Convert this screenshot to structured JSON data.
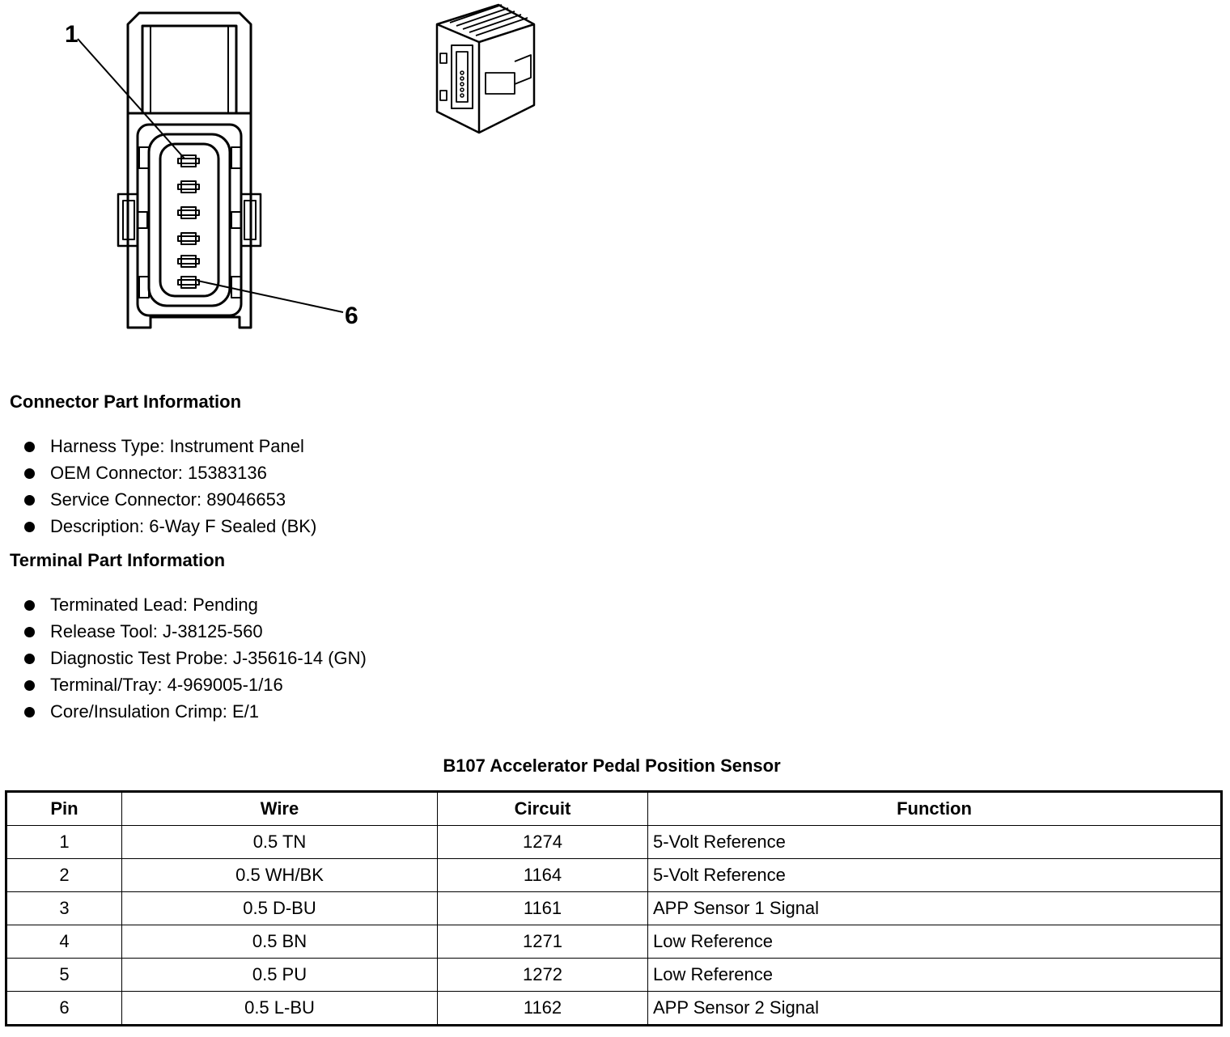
{
  "diagram": {
    "callout_first": "1",
    "callout_last": "6"
  },
  "connector_info": {
    "title": "Connector Part Information",
    "items": [
      "Harness Type: Instrument Panel",
      "OEM Connector: 15383136",
      "Service Connector: 89046653",
      "Description: 6-Way F Sealed (BK)"
    ]
  },
  "terminal_info": {
    "title": "Terminal Part Information",
    "items": [
      "Terminated Lead: Pending",
      "Release Tool: J-38125-560",
      "Diagnostic Test Probe: J-35616-14 (GN)",
      "Terminal/Tray: 4-969005-1/16",
      "Core/Insulation Crimp: E/1"
    ]
  },
  "table": {
    "title": "B107 Accelerator Pedal Position Sensor",
    "headers": {
      "pin": "Pin",
      "wire": "Wire",
      "circuit": "Circuit",
      "function": "Function"
    },
    "rows": [
      {
        "pin": "1",
        "wire": "0.5 TN",
        "circuit": "1274",
        "function": "5-Volt Reference"
      },
      {
        "pin": "2",
        "wire": "0.5 WH/BK",
        "circuit": "1164",
        "function": "5-Volt Reference"
      },
      {
        "pin": "3",
        "wire": "0.5 D-BU",
        "circuit": "1161",
        "function": "APP Sensor 1 Signal"
      },
      {
        "pin": "4",
        "wire": "0.5 BN",
        "circuit": "1271",
        "function": "Low Reference"
      },
      {
        "pin": "5",
        "wire": "0.5 PU",
        "circuit": "1272",
        "function": "Low Reference"
      },
      {
        "pin": "6",
        "wire": "0.5 L-BU",
        "circuit": "1162",
        "function": "APP Sensor 2 Signal"
      }
    ]
  }
}
